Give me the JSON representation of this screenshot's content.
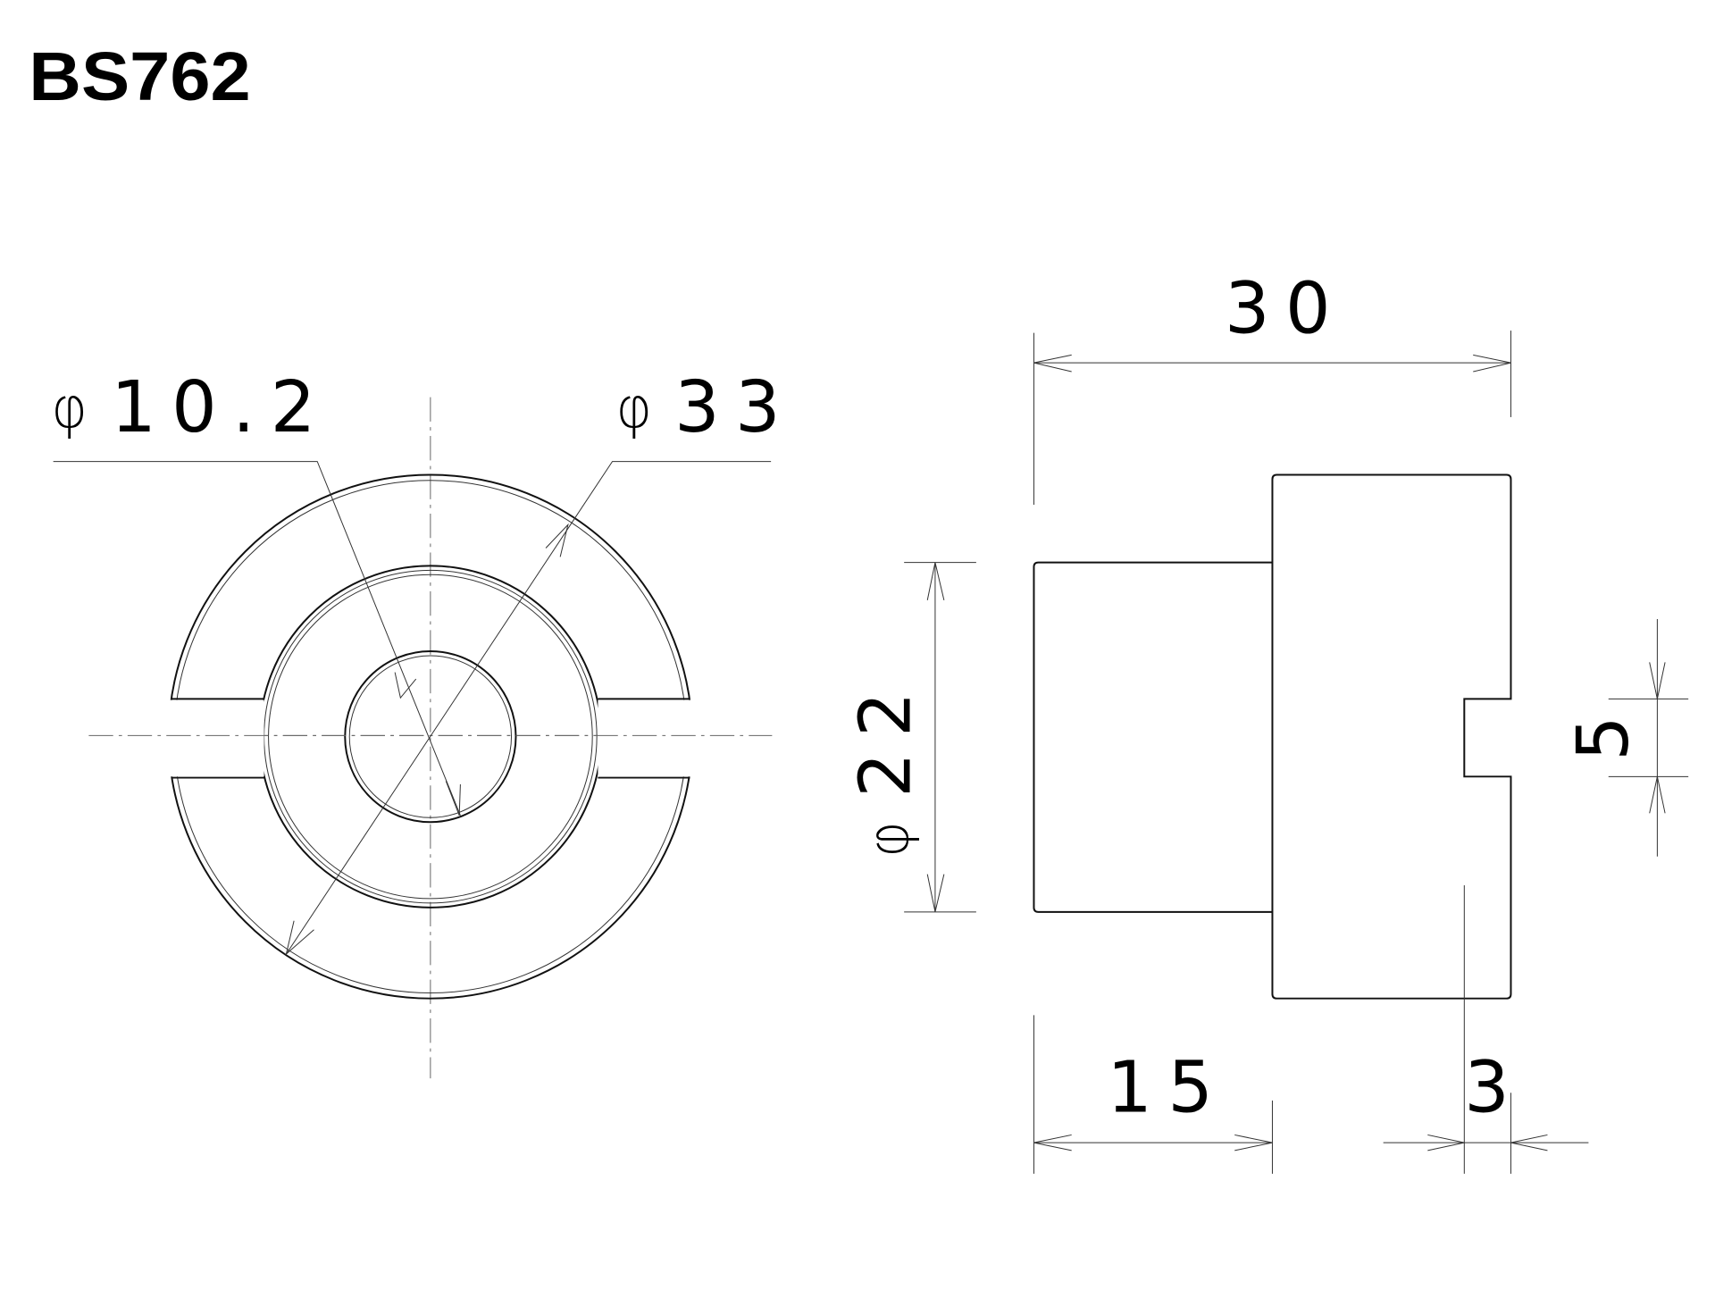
{
  "title": "BS762",
  "front_view": {
    "inner_diameter": {
      "symbol": "φ",
      "value": "10.2"
    },
    "outer_diameter": {
      "symbol": "φ",
      "value": "33"
    }
  },
  "side_view": {
    "overall_length": "30",
    "shaft_diameter": {
      "symbol": "φ",
      "value": "22"
    },
    "shaft_length": "15",
    "slot_depth": "3",
    "slot_width": "5"
  }
}
